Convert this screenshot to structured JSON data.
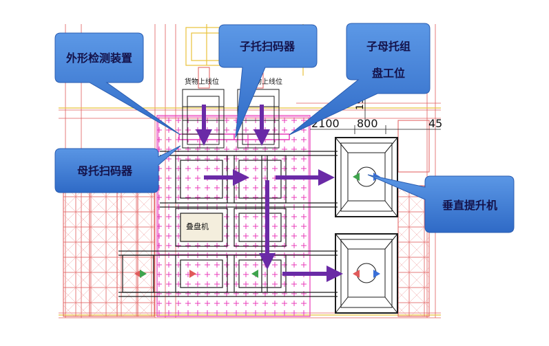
{
  "callouts": {
    "shape_detector": "外形检测装置",
    "sub_pallet_scanner": "子托扫码器",
    "pallet_assembly_station_line1": "子母托组",
    "pallet_assembly_station_line2": "盘工位",
    "mother_pallet_scanner": "母托扫码器",
    "vertical_lift": "垂直提升机"
  },
  "drawing_labels": {
    "goods_loading_1": "货物上线位",
    "goods_loading_2": "货物上线位",
    "dim_1950": "1950",
    "dim_2100": "2100",
    "dim_800": "800",
    "dim_45": "45",
    "stacker_label": "叠盘机"
  },
  "colors": {
    "callout_fill": "#3f7fd8",
    "callout_text": "#14124a",
    "flow_arrow": "#6a2aa6",
    "cad_grid_red": "#e05a5a",
    "cad_magenta": "#e83ab8",
    "cad_yellow": "#e8c23a",
    "cad_structure": "#1b1b1b"
  }
}
